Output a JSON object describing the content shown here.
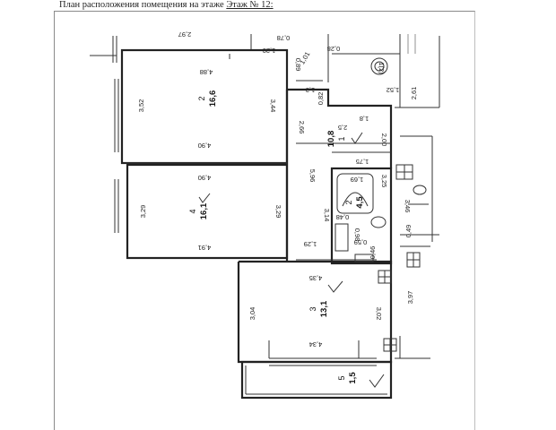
{
  "header": {
    "prefix": "План расположения помещения на этаже",
    "floor": "Этаж № 12:"
  },
  "rooms": [
    {
      "id": "2",
      "number": "2",
      "area": "16,6"
    },
    {
      "id": "1",
      "number": "1",
      "area": "10,8"
    },
    {
      "id": "4",
      "number": "4",
      "area": "16,1"
    },
    {
      "id": "2b",
      "number": "2",
      "area": "4,5"
    },
    {
      "id": "3",
      "number": "3",
      "area": "13,1"
    },
    {
      "id": "5",
      "number": "5",
      "area": "1,5"
    }
  ],
  "dimensions": {
    "d_4_88": "4,88",
    "d_3_52": "3,52",
    "d_3_44": "3,44",
    "d_4_90_a": "4,90",
    "d_4_90_b": "4,90",
    "d_3_29_a": "3,29",
    "d_3_29_b": "3,29",
    "d_4_91": "4,91",
    "d_5_96": "5,96",
    "d_3_14": "3,14",
    "d_1_29": "1,29",
    "d_4_35": "4,35",
    "d_3_04": "3,04",
    "d_3_02": "3,02",
    "d_4_34": "4,34",
    "d_2_66": "2,66",
    "d_2_00": "2,00",
    "d_1_75": "1,75",
    "d_2_5": "2,5",
    "d_1_8": "1,8",
    "d_0_82": "0,82",
    "d_1_3": "1,3",
    "d_1_69": "1,69",
    "d_3_25": "3,25",
    "d_0_48": "0,48",
    "d_0_98": "0,98",
    "d_0_59": "0,59",
    "d_0_46": "0,46",
    "d_1_20": "1,20",
    "d_0_89": "0,89",
    "d_1_01": "1,01",
    "d_0_28": "0,28",
    "d_1_52": "1,52",
    "d_2_61": "2,61",
    "d_3_46": "3,46",
    "d_0_49": "0,49",
    "d_3_97": "3,97",
    "d_top_a": "2,97",
    "d_top_b": "0,78"
  },
  "symbols": {
    "circle_label": "1(2)"
  }
}
